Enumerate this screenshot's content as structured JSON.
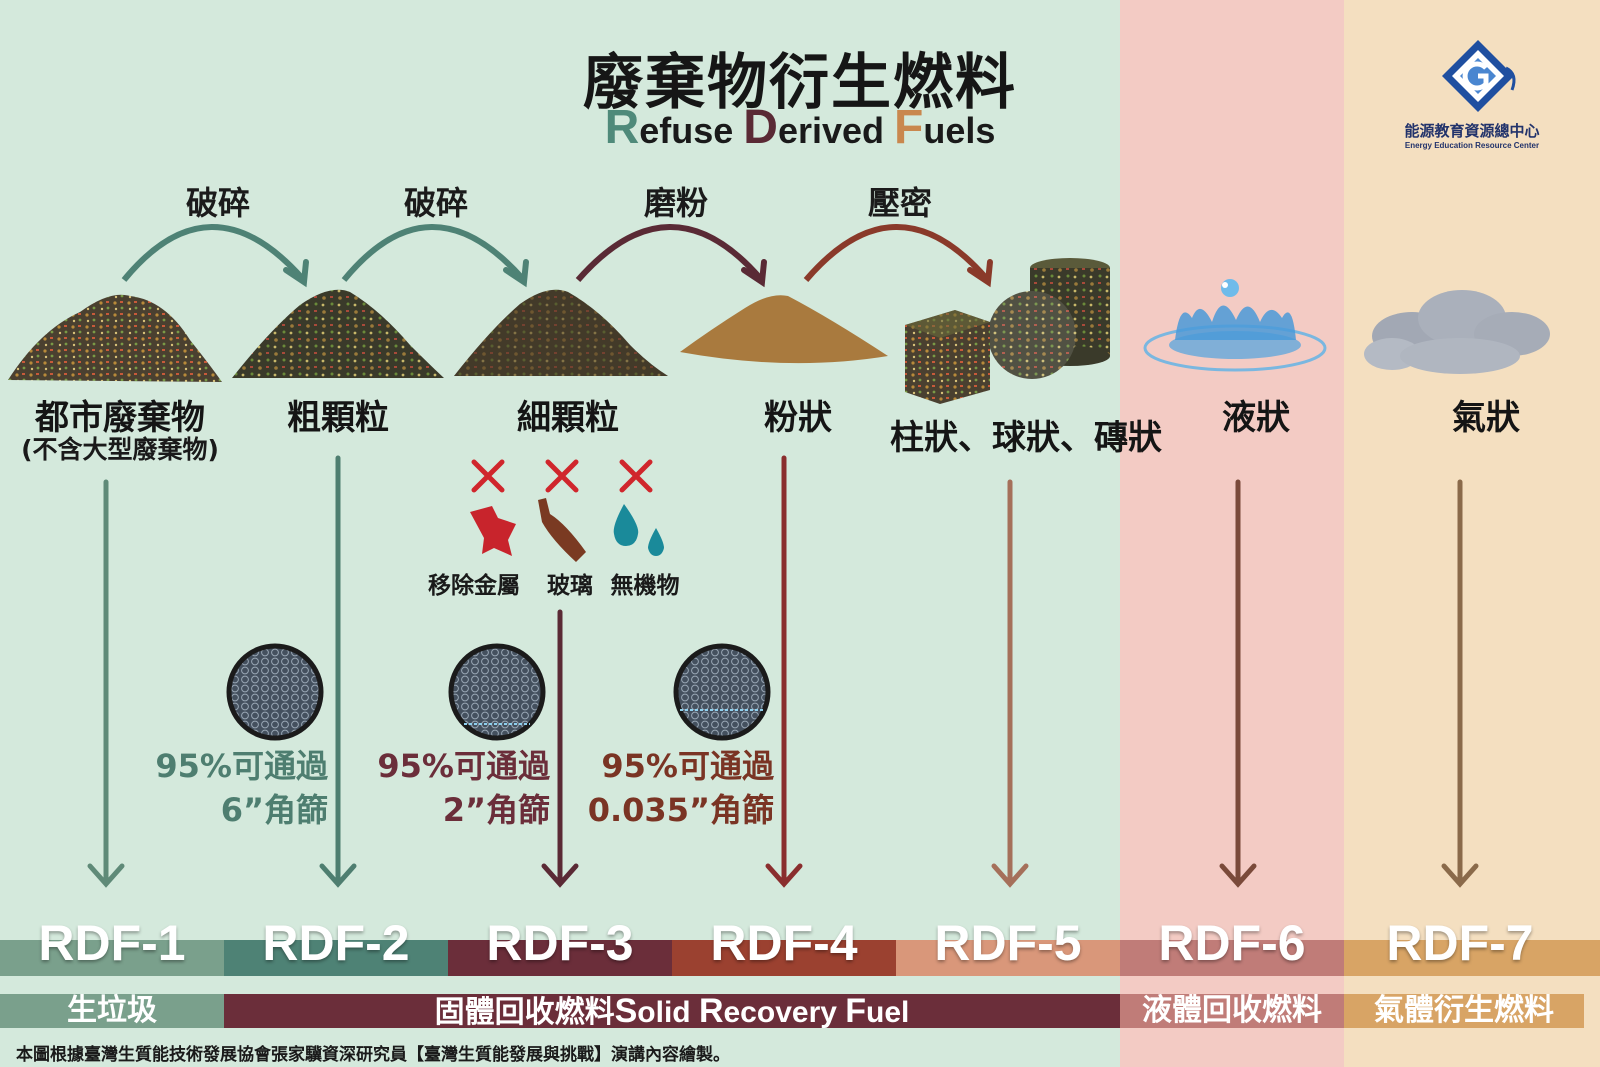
{
  "title": {
    "zh": "廢棄物衍生燃料",
    "en_R": "R",
    "en_efuse": "efuse ",
    "en_D": "D",
    "en_erived": "erived ",
    "en_F": "F",
    "en_uels": "uels"
  },
  "logo": {
    "zh": "能源教育資源總中心",
    "en": "Energy Education Resource Center"
  },
  "processes": [
    "破碎",
    "破碎",
    "磨粉",
    "壓密"
  ],
  "stages": {
    "s1": "都市廢棄物",
    "s1_sub": "(不含大型廢棄物)",
    "s2": "粗顆粒",
    "s3": "細顆粒",
    "s4": "粉狀",
    "s5": "柱狀、球狀、磚狀",
    "s6": "液狀",
    "s7": "氣狀"
  },
  "removal": {
    "metal": "移除金屬",
    "glass": "玻璃",
    "inorganic": "無機物"
  },
  "sieves": {
    "s1_l1": "95%可通過",
    "s1_l2": "6”角篩",
    "s2_l1": "95%可通過",
    "s2_l2": "2”角篩",
    "s3_l1": "95%可通過",
    "s3_l2": "0.035”角篩"
  },
  "rdf": [
    "RDF-1",
    "RDF-2",
    "RDF-3",
    "RDF-4",
    "RDF-5",
    "RDF-6",
    "RDF-7"
  ],
  "categories": {
    "c1": "生垃圾",
    "c2_zh": "固體回收燃料",
    "c2_S": "S",
    "c2_olid": "olid ",
    "c2_R": "R",
    "c2_ecovery": "ecovery ",
    "c2_F": "F",
    "c2_uel": "uel",
    "c3": "液體回收燃料",
    "c4": "氣體衍生燃料"
  },
  "footnote": "本圖根據臺灣生質能技術發展協會張家驥資深研究員【臺灣生質能發展與挑戰】演講內容繪製。",
  "colors": {
    "bg_green": "#d4e9dc",
    "bg_pink": "#f3cbc4",
    "bg_peach": "#f4dfc0",
    "rdf1": "#7aa08c",
    "rdf2": "#4e8275",
    "rdf3": "#6b2e3a",
    "rdf4": "#9b4130",
    "rdf5": "#d9977a",
    "rdf6": "#c07c78",
    "rdf7": "#d8a465",
    "title_R": "#4f8a7a",
    "title_D": "#5a2a35",
    "title_F": "#c9874e"
  }
}
